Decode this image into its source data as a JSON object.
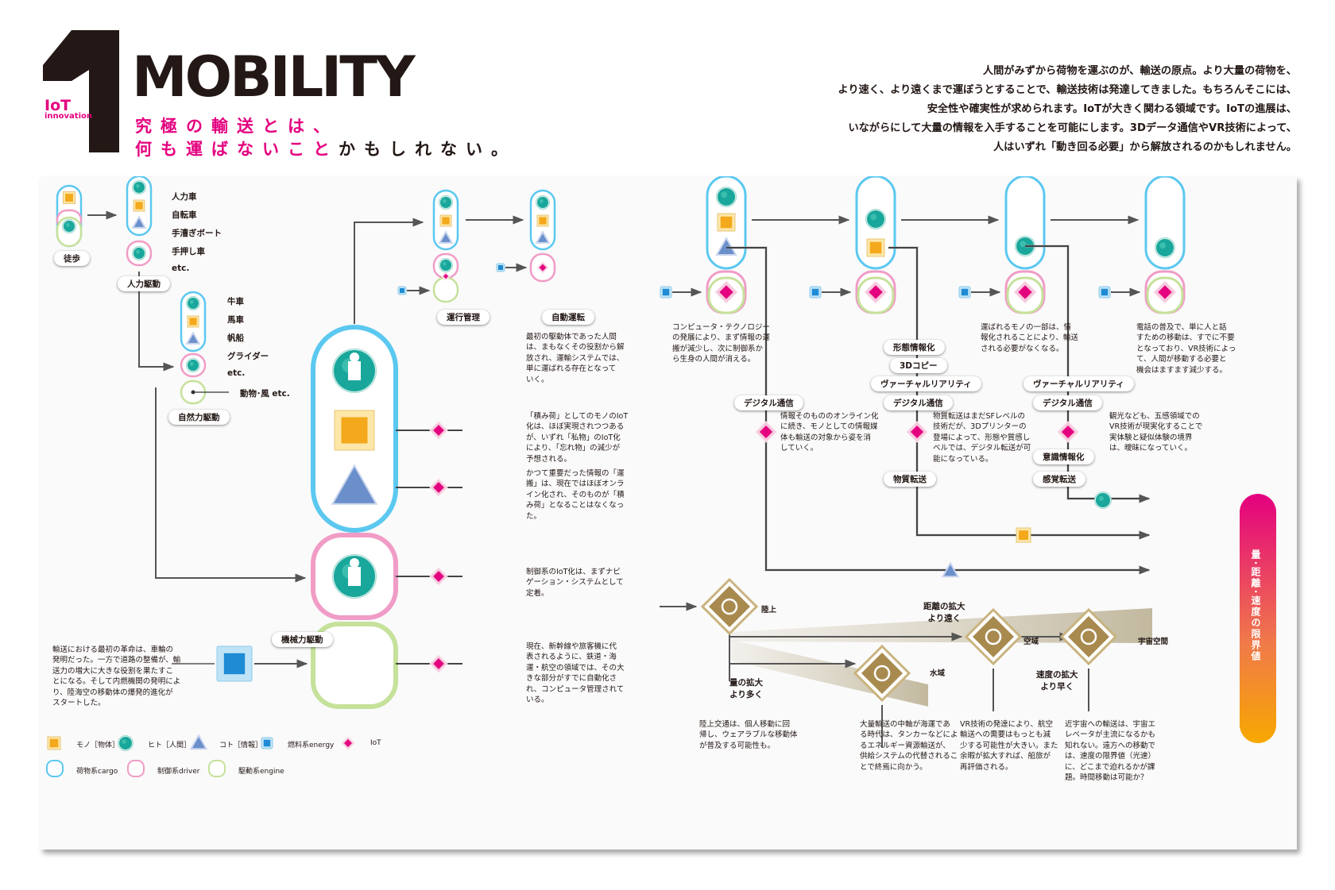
{
  "header": {
    "number": "1",
    "badge": {
      "line1": "IoT",
      "line2": "innovation"
    },
    "title": "MOBILITY",
    "subtitle_line1_pink": "究極の輸送とは、",
    "subtitle_line2_pink": "何も運ばないこと",
    "subtitle_line2_rest": "かもしれない。",
    "intro": [
      "人間がみずから荷物を運ぶのが、輸送の原点。より大量の荷物を、",
      "より速く、より遠くまで運ぼうとすることで、輸送技術は発達してきました。もちろんそこには、",
      "安全性や確実性が求められます。IoTが大きく関わる領域です。IoTの進展は、",
      "いながらにして大量の情報を入手することを可能にします。3Dデータ通信やVR技術によって、",
      "人はいずれ「動き回る必要」から解放されるのかもしれません。"
    ]
  },
  "colors": {
    "cargo": "#5bc8f0",
    "driver": "#f09cc6",
    "engine": "#c6e19a",
    "pink": "#e4007f",
    "gold": "#f4a81c",
    "teal": "#1aa79b",
    "blue": "#1e8bd4",
    "tri": "#6a8fcb"
  },
  "left": {
    "walk_label": "徒歩",
    "human_label": "人力駆動",
    "human_items": [
      "人力車",
      "自転車",
      "手漕ぎボート",
      "手押し車",
      "etc."
    ],
    "natural_items": [
      "牛車",
      "馬車",
      "帆船",
      "グライダー",
      "etc."
    ],
    "natural_power": "動物･風 etc.",
    "natural_label": "自然力駆動",
    "mech_label": "機械力駆動",
    "op_label": "運行管理",
    "auto_label": "自動運転",
    "mech_text": [
      "輸送における最初の革命は、車輪の",
      "発明だった。一方で道路の整備が、輸",
      "送力の増大に大きな役割を果たすこ",
      "とになる。そして内燃機関の発明によ",
      "り、陸海空の移動体の爆発的進化が",
      "スタートした。"
    ],
    "text_person": [
      "最初の駆動体であった人間",
      "は、まもなくその役割から解",
      "放され、運輸システムでは、",
      "単に運ばれる存在となって",
      "いく。"
    ],
    "text_cargo": [
      "「積み荷」としてのモノのIoT",
      "化は、ほぼ実現されつつある",
      "が、いずれ「私物」のIoT化",
      "により、「忘れ物」の減少が",
      "予想される。"
    ],
    "text_info": [
      "かつて重要だった情報の「運",
      "搬」は、現在ではほぼオンラ",
      "イン化され、そのものが「積",
      "み荷」となることはなくなっ",
      "た。"
    ],
    "text_control": [
      "制御系のIoT化は、まずナビ",
      "ゲーション・システムとして",
      "定着。"
    ],
    "text_engine": [
      "現在、新幹線や旅客機に代",
      "表されるように、鉄道・海",
      "運・航空の領域では、その大",
      "きな部分がすでに自動化さ",
      "れ、コンピュータ管理されて",
      "いる。"
    ]
  },
  "right": {
    "text_1": [
      "コンピュータ・テクノロジー",
      "の発展により、まず情報の運",
      "搬が減少し、次に制御系か",
      "ら生身の人間が消える。"
    ],
    "text_2": [
      "運ばれるモノの一部は、情",
      "報化されることにより、輸送",
      "される必要がなくなる。"
    ],
    "text_3": [
      "電話の普及で、単に人と話",
      "すための移動は、すでに不要",
      "となっており、VR技術によっ",
      "て、人間が移動する必要と",
      "機会はますます減少する。"
    ],
    "pill_shape": "形態情報化",
    "pill_3d": "3Dコピー",
    "pill_vr1": "ヴァーチャルリアリティ",
    "pill_vr2": "ヴァーチャルリアリティ",
    "pill_dc1": "デジタル通信",
    "pill_dc2": "デジタル通信",
    "pill_dc3": "デジタル通信",
    "pill_con": "意識情報化",
    "pill_mat": "物質転送",
    "pill_sense": "感覚転送",
    "text_dc": [
      "情報そのもののオンライン化",
      "に続き、モノとしての情報媒",
      "体も輸送の対象から姿を消",
      "していく。"
    ],
    "text_mat": [
      "物質転送はまだSFレベルの",
      "技術だが、3Dプリンターの",
      "登場によって、形態や質感し",
      "ベルでは、デジタル転送が可",
      "能になっている。"
    ],
    "text_vr": [
      "観光なども、五感領域での",
      "VR技術が現実化することで",
      "実体験と疑似体験の境界",
      "は、曖昧になっていく。"
    ],
    "bar_label": "量･距離･速度の限界値",
    "land": "陸上",
    "water": "水域",
    "air": "空域",
    "space": "宇宙空間",
    "dist_label": [
      "距離の拡大",
      "より遠く"
    ],
    "vol_label": [
      "量の拡大",
      "より多く"
    ],
    "speed_label": [
      "速度の拡大",
      "より早く"
    ],
    "text_land": [
      "陸上交通は、個人移動に回",
      "帰し、ウェアラブルな移動体",
      "が普及する可能性も。"
    ],
    "text_sea": [
      "大量輸送の中軸が海運であ",
      "る時代は、タンカーなどによ",
      "るエネルギー資源輸送が、",
      "供給システムの代替されるこ",
      "とで終焉に向かう。"
    ],
    "text_air": [
      "VR技術の発達により、航空",
      "輸送への需要はもっとも減",
      "少する可能性が大きい。また",
      "余暇が拡大すれば、船旅が",
      "再評価される。"
    ],
    "text_space": [
      "近宇宙への輸送は、宇宙エ",
      "レベータが主流になるかも",
      "知れない。遠方への移動で",
      "は、速度の限界値（光速）",
      "に、どこまで迫れるかが課",
      "題。時間移動は可能か？"
    ]
  },
  "legend": {
    "thing": "モノ［物体］",
    "person": "ヒト［人間］",
    "info": "コト［情報］",
    "fuel": "燃料系energy",
    "iot": "IoT",
    "cargo": "荷物系cargo",
    "driver": "制御系driver",
    "engine": "駆動系engine"
  }
}
